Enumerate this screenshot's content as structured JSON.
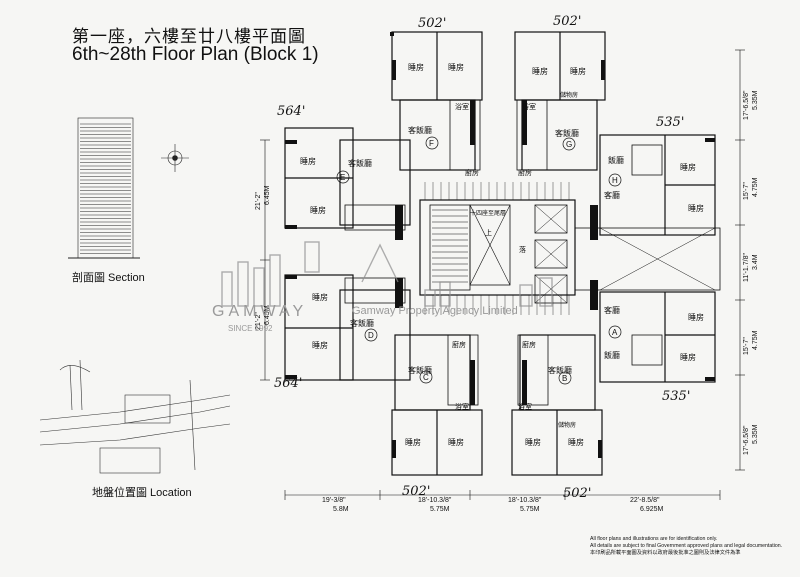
{
  "title": {
    "zh": "第一座，六樓至廿八樓平面圖",
    "en": "6th~28th Floor Plan (Block 1)"
  },
  "labels": {
    "section": "剖面圖 Section",
    "location": "地盤位置圖 Location"
  },
  "watermark": {
    "brand": "GAMWAY",
    "since": "SINCE 1992",
    "company": "Gamway Property Agency Limited"
  },
  "handwritten": {
    "f_top": "502'",
    "g_top": "502'",
    "e_left": "564'",
    "h_right": "535'",
    "d_left": "564'",
    "a_right": "535'",
    "c_bottom": "502'",
    "b_bottom": "502'"
  },
  "units": [
    {
      "id": "A",
      "label": "A"
    },
    {
      "id": "B",
      "label": "B"
    },
    {
      "id": "C",
      "label": "C"
    },
    {
      "id": "D",
      "label": "D"
    },
    {
      "id": "E",
      "label": "E"
    },
    {
      "id": "F",
      "label": "F"
    },
    {
      "id": "G",
      "label": "G"
    },
    {
      "id": "H",
      "label": "H"
    }
  ],
  "rooms": {
    "bedroom": "睡房",
    "living": "客飯廳",
    "kitchen": "廚房",
    "bath": "浴室",
    "lift_lobby": "十四座至尾層",
    "up": "上",
    "down": "落",
    "living2": "飯廳",
    "living3": "客廳",
    "store": "儲物房"
  },
  "bottom_dims": [
    {
      "ft": "19'-3/8\"",
      "m": "5.8M"
    },
    {
      "ft": "18'-10.3/8\"",
      "m": "5.75M"
    },
    {
      "ft": "18'-10.3/8\"",
      "m": "5.75M"
    },
    {
      "ft": "22'-8.5/8\"",
      "m": "6.925M"
    }
  ],
  "right_dims": [
    {
      "ft": "17'-6.5/8\"",
      "m": "5.35M"
    },
    {
      "ft": "15'-7\"",
      "m": "4.75M"
    },
    {
      "ft": "11'-1.7/8\"",
      "m": "3.4M"
    },
    {
      "ft": "15'-7\"",
      "m": "4.75M"
    },
    {
      "ft": "17'-6.5/8\"",
      "m": "5.35M"
    }
  ],
  "left_dims": [
    {
      "ft": "21'-2\"",
      "m": "6.45M"
    },
    {
      "ft": "21'-2\"",
      "m": "6.45M"
    }
  ],
  "footnote": {
    "line1": "All floor plans and illustrations are for identification only.",
    "line2": "All details are subject to final Government approved plans and legal documentation.",
    "line3": "本印刷品所載平面圖及資料以政府最後批准之圖則及法律文件為準"
  }
}
